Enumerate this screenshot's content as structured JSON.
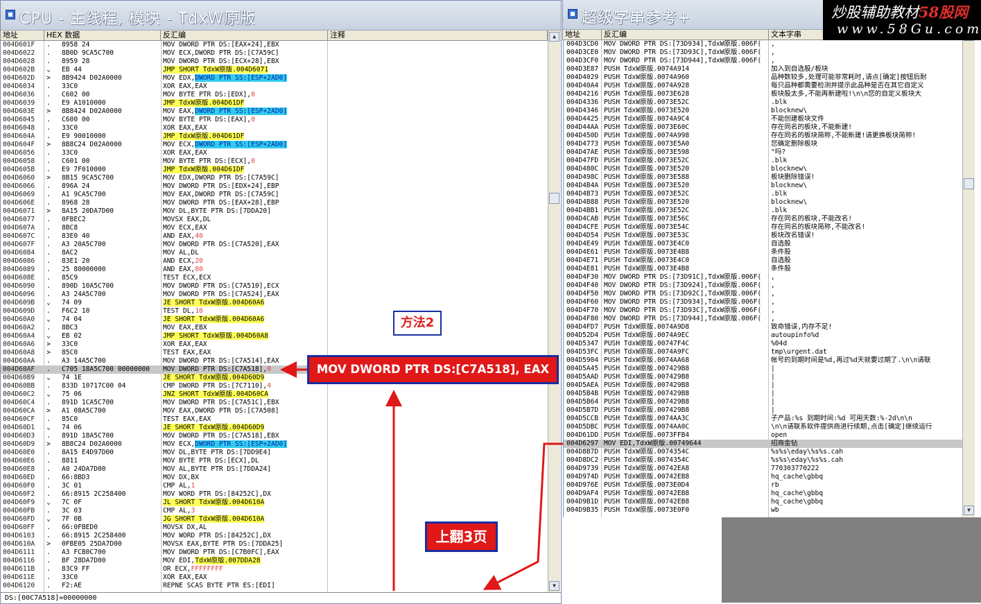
{
  "cpu": {
    "title": "CPU - 主线程, 模块 - TdxW原版",
    "headers": {
      "addr": "地址",
      "hex": "HEX 数据",
      "disasm": "反汇编",
      "comment": "注释"
    },
    "rows": [
      {
        "a": "004D601F",
        "m": ".",
        "h": "8958 24",
        "d": [
          {
            "t": "MOV DWORD PTR DS:[EAX+24],EBX"
          }
        ]
      },
      {
        "a": "004D6022",
        "m": ".",
        "h": "8B0D 9CA5C700",
        "d": [
          {
            "t": "MOV ECX,DWORD PTR DS:[C7A59C]"
          }
        ]
      },
      {
        "a": "004D6028",
        "m": ".",
        "h": "8959 28",
        "d": [
          {
            "t": "MOV DWORD PTR DS:[ECX+28],EBX"
          }
        ]
      },
      {
        "a": "004D602B",
        "m": "v",
        "h": "EB 44",
        "d": [
          {
            "t": "JMP SHORT TdxW原版.004D6071",
            "c": "yel"
          }
        ]
      },
      {
        "a": "004D602D",
        "m": ">",
        "h": "8B9424 D02A0000",
        "d": [
          {
            "t": "MOV EDX,"
          },
          {
            "t": "DWORD PTR SS:[ESP+2AD0]",
            "c": "cya"
          }
        ]
      },
      {
        "a": "004D6034",
        "m": ".",
        "h": "33C0",
        "d": [
          {
            "t": "XOR EAX,EAX"
          }
        ]
      },
      {
        "a": "004D6036",
        "m": ".",
        "h": "C602 00",
        "d": [
          {
            "t": "MOV BYTE PTR DS:[EDX],"
          },
          {
            "t": "0",
            "c": "num"
          }
        ]
      },
      {
        "a": "004D6039",
        "m": ".",
        "h": "E9 A1010000",
        "d": [
          {
            "t": "JMP TdxW原版.004D61DF",
            "c": "yel"
          }
        ]
      },
      {
        "a": "004D603E",
        "m": ">",
        "h": "8B8424 D02A0000",
        "d": [
          {
            "t": "MOV EAX,"
          },
          {
            "t": "DWORD PTR SS:[ESP+2AD0]",
            "c": "cya"
          }
        ]
      },
      {
        "a": "004D6045",
        "m": ".",
        "h": "C600 00",
        "d": [
          {
            "t": "MOV BYTE PTR DS:[EAX],"
          },
          {
            "t": "0",
            "c": "num"
          }
        ]
      },
      {
        "a": "004D6048",
        "m": ".",
        "h": "33C0",
        "d": [
          {
            "t": "XOR EAX,EAX"
          }
        ]
      },
      {
        "a": "004D604A",
        "m": ".",
        "h": "E9 90010000",
        "d": [
          {
            "t": "JMP TdxW原版.004D61DF",
            "c": "yel"
          }
        ]
      },
      {
        "a": "004D604F",
        "m": ">",
        "h": "8B8C24 D02A0000",
        "d": [
          {
            "t": "MOV ECX,"
          },
          {
            "t": "DWORD PTR SS:[ESP+2AD0]",
            "c": "cya"
          }
        ]
      },
      {
        "a": "004D6056",
        "m": ".",
        "h": "33C0",
        "d": [
          {
            "t": "XOR EAX,EAX"
          }
        ]
      },
      {
        "a": "004D6058",
        "m": ".",
        "h": "C601 00",
        "d": [
          {
            "t": "MOV BYTE PTR DS:[ECX],"
          },
          {
            "t": "0",
            "c": "num"
          }
        ]
      },
      {
        "a": "004D605B",
        "m": ".",
        "h": "E9 7F010000",
        "d": [
          {
            "t": "JMP TdxW原版.004D61DF",
            "c": "yel"
          }
        ]
      },
      {
        "a": "004D6060",
        "m": ">",
        "h": "8B15 9CA5C700",
        "d": [
          {
            "t": "MOV EDX,DWORD PTR DS:[C7A59C]"
          }
        ]
      },
      {
        "a": "004D6066",
        "m": ".",
        "h": "896A 24",
        "d": [
          {
            "t": "MOV DWORD PTR DS:[EDX+24],EBP"
          }
        ]
      },
      {
        "a": "004D6069",
        "m": ".",
        "h": "A1 9CA5C700",
        "d": [
          {
            "t": "MOV EAX,DWORD PTR DS:[C7A59C]"
          }
        ]
      },
      {
        "a": "004D606E",
        "m": ".",
        "h": "8968 28",
        "d": [
          {
            "t": "MOV DWORD PTR DS:[EAX+28],EBP"
          }
        ]
      },
      {
        "a": "004D6071",
        "m": ">",
        "h": "8A15 20DA7D00",
        "d": [
          {
            "t": "MOV DL,BYTE PTR DS:[7DDA20]"
          }
        ]
      },
      {
        "a": "004D6077",
        "m": ".",
        "h": "0FBEC2",
        "d": [
          {
            "t": "MOVSX EAX,DL"
          }
        ]
      },
      {
        "a": "004D607A",
        "m": ".",
        "h": "8BC8",
        "d": [
          {
            "t": "MOV ECX,EAX"
          }
        ]
      },
      {
        "a": "004D607C",
        "m": ".",
        "h": "83E0 40",
        "d": [
          {
            "t": "AND EAX,"
          },
          {
            "t": "40",
            "c": "num"
          }
        ]
      },
      {
        "a": "004D607F",
        "m": ".",
        "h": "A3 20A5C700",
        "d": [
          {
            "t": "MOV DWORD PTR DS:[C7A520],EAX"
          }
        ]
      },
      {
        "a": "004D6084",
        "m": ".",
        "h": "8AC2",
        "d": [
          {
            "t": "MOV AL,DL"
          }
        ]
      },
      {
        "a": "004D6086",
        "m": ".",
        "h": "83E1 20",
        "d": [
          {
            "t": "AND ECX,"
          },
          {
            "t": "20",
            "c": "num"
          }
        ]
      },
      {
        "a": "004D6089",
        "m": ".",
        "h": "25 80000000",
        "d": [
          {
            "t": "AND EAX,"
          },
          {
            "t": "80",
            "c": "num"
          }
        ]
      },
      {
        "a": "004D608E",
        "m": ".",
        "h": "85C9",
        "d": [
          {
            "t": "TEST ECX,ECX"
          }
        ]
      },
      {
        "a": "004D6090",
        "m": ".",
        "h": "890D 10A5C700",
        "d": [
          {
            "t": "MOV DWORD PTR DS:[C7A510],ECX"
          }
        ]
      },
      {
        "a": "004D6096",
        "m": ".",
        "h": "A3 24A5C700",
        "d": [
          {
            "t": "MOV DWORD PTR DS:[C7A524],EAX"
          }
        ]
      },
      {
        "a": "004D609B",
        "m": "v",
        "h": "74 09",
        "d": [
          {
            "t": "JE SHORT TdxW原版.004D60A6",
            "c": "yel"
          }
        ]
      },
      {
        "a": "004D609D",
        "m": ".",
        "h": "F6C2 10",
        "d": [
          {
            "t": "TEST DL,"
          },
          {
            "t": "10",
            "c": "num"
          }
        ]
      },
      {
        "a": "004D60A0",
        "m": "v",
        "h": "74 04",
        "d": [
          {
            "t": "JE SHORT TdxW原版.004D60A6",
            "c": "yel"
          }
        ]
      },
      {
        "a": "004D60A2",
        "m": ".",
        "h": "8BC3",
        "d": [
          {
            "t": "MOV EAX,EBX"
          }
        ]
      },
      {
        "a": "004D60A4",
        "m": "v",
        "h": "EB 02",
        "d": [
          {
            "t": "JMP SHORT TdxW原版.004D60A8",
            "c": "yel"
          }
        ]
      },
      {
        "a": "004D60A6",
        "m": ">",
        "h": "33C0",
        "d": [
          {
            "t": "XOR EAX,EAX"
          }
        ]
      },
      {
        "a": "004D60A8",
        "m": ">",
        "h": "85C0",
        "d": [
          {
            "t": "TEST EAX,EAX"
          }
        ]
      },
      {
        "a": "004D60AA",
        "m": ".",
        "h": "A3 14A5C700",
        "d": [
          {
            "t": "MOV DWORD PTR DS:[C7A514],EAX"
          }
        ]
      },
      {
        "a": "004D60AF",
        "m": ".",
        "h": "C705 18A5C700 00000000",
        "d": [
          {
            "t": "MOV DWORD PTR DS:[C7A518],"
          },
          {
            "t": "0",
            "c": "num"
          }
        ],
        "sel": true
      },
      {
        "a": "004D60B9",
        "m": "v",
        "h": "74 1E",
        "d": [
          {
            "t": "JE SHORT TdxW原版.004D60D9",
            "c": "yel"
          }
        ]
      },
      {
        "a": "004D60BB",
        "m": ".",
        "h": "833D 10717C00 04",
        "d": [
          {
            "t": "CMP DWORD PTR DS:[7C7110],"
          },
          {
            "t": "4",
            "c": "num"
          }
        ]
      },
      {
        "a": "004D60C2",
        "m": "v",
        "h": "75 06",
        "d": [
          {
            "t": "JNZ SHORT TdxW原版.004D60CA",
            "c": "yel"
          }
        ]
      },
      {
        "a": "004D60C4",
        "m": ".",
        "h": "891D 1CA5C700",
        "d": [
          {
            "t": "MOV DWORD PTR DS:[C7A51C],EBX"
          }
        ]
      },
      {
        "a": "004D60CA",
        "m": ">",
        "h": "A1 08A5C700",
        "d": [
          {
            "t": "MOV EAX,DWORD PTR DS:[C7A508]"
          }
        ]
      },
      {
        "a": "004D60CF",
        "m": ".",
        "h": "85C0",
        "d": [
          {
            "t": "TEST EAX,EAX"
          }
        ]
      },
      {
        "a": "004D60D1",
        "m": "v",
        "h": "74 06",
        "d": [
          {
            "t": "JE SHORT TdxW原版.004D60D9",
            "c": "yel"
          }
        ]
      },
      {
        "a": "004D60D3",
        "m": ".",
        "h": "891D 18A5C700",
        "d": [
          {
            "t": "MOV DWORD PTR DS:[C7A518],EBX"
          }
        ]
      },
      {
        "a": "004D60D9",
        "m": ">",
        "h": "8B8C24 D02A0000",
        "d": [
          {
            "t": "MOV ECX,"
          },
          {
            "t": "DWORD PTR SS:[ESP+2AD0]",
            "c": "cya"
          }
        ]
      },
      {
        "a": "004D60E0",
        "m": ".",
        "h": "8A15 E4D97D00",
        "d": [
          {
            "t": "MOV DL,BYTE PTR DS:[7DD9E4]"
          }
        ]
      },
      {
        "a": "004D60E6",
        "m": ".",
        "h": "8811",
        "d": [
          {
            "t": "MOV BYTE PTR DS:[ECX],DL"
          }
        ]
      },
      {
        "a": "004D60E8",
        "m": ".",
        "h": "A0 24DA7D00",
        "d": [
          {
            "t": "MOV AL,BYTE PTR DS:[7DDA24]"
          }
        ]
      },
      {
        "a": "004D60ED",
        "m": ".",
        "h": "66:8BD3",
        "d": [
          {
            "t": "MOV DX,BX"
          }
        ]
      },
      {
        "a": "004D60F0",
        "m": ".",
        "h": "3C 01",
        "d": [
          {
            "t": "CMP AL,"
          },
          {
            "t": "1",
            "c": "num"
          }
        ]
      },
      {
        "a": "004D60F2",
        "m": ".",
        "h": "66:8915 2C258400",
        "d": [
          {
            "t": "MOV WORD PTR DS:[84252C],DX"
          }
        ]
      },
      {
        "a": "004D60F9",
        "m": "v",
        "h": "7C 0F",
        "d": [
          {
            "t": "JL SHORT TdxW原版.004D610A",
            "c": "yel"
          }
        ]
      },
      {
        "a": "004D60FB",
        "m": ".",
        "h": "3C 03",
        "d": [
          {
            "t": "CMP AL,"
          },
          {
            "t": "3",
            "c": "num"
          }
        ]
      },
      {
        "a": "004D60FD",
        "m": "v",
        "h": "7F 0B",
        "d": [
          {
            "t": "JG SHORT TdxW原版.004D610A",
            "c": "yel"
          }
        ]
      },
      {
        "a": "004D60FF",
        "m": ".",
        "h": "66:0FBED0",
        "d": [
          {
            "t": "MOVSX DX,AL"
          }
        ]
      },
      {
        "a": "004D6103",
        "m": ".",
        "h": "66:8915 2C258400",
        "d": [
          {
            "t": "MOV WORD PTR DS:[84252C],DX"
          }
        ]
      },
      {
        "a": "004D610A",
        "m": ">",
        "h": "0FBE05 25DA7D00",
        "d": [
          {
            "t": "MOVSX EAX,BYTE PTR DS:[7DDA25]"
          }
        ]
      },
      {
        "a": "004D6111",
        "m": ".",
        "h": "A3 FCB0C700",
        "d": [
          {
            "t": "MOV DWORD PTR DS:[C7B0FC],EAX"
          }
        ]
      },
      {
        "a": "004D6116",
        "m": ".",
        "h": "BF 28DA7D00",
        "d": [
          {
            "t": "MOV EDI,"
          },
          {
            "t": "TdxW原版.007DDA28",
            "c": "yel"
          }
        ]
      },
      {
        "a": "004D611B",
        "m": ".",
        "h": "83C9 FF",
        "d": [
          {
            "t": "OR ECX,"
          },
          {
            "t": "FFFFFFFF",
            "c": "num"
          }
        ]
      },
      {
        "a": "004D611E",
        "m": ".",
        "h": "33C0",
        "d": [
          {
            "t": "XOR EAX,EAX"
          }
        ]
      },
      {
        "a": "004D6120",
        "m": ".",
        "h": "F2:AE",
        "d": [
          {
            "t": "REPNE SCAS BYTE PTR ES:[EDI]"
          }
        ]
      }
    ],
    "status": "DS:[00C7A518]=00000000"
  },
  "strings": {
    "title": "超级字串参考+",
    "headers": {
      "addr": "地址",
      "disasm": "反汇编",
      "text": "文本字串"
    },
    "rows": [
      {
        "a": "004D3CD0",
        "d": "MOV DWORD PTR DS:[73D934],TdxW原版.006F(",
        "t": ","
      },
      {
        "a": "004D3CE0",
        "d": "MOV DWORD PTR DS:[73D93C],TdxW原版.006F(",
        "t": ","
      },
      {
        "a": "004D3CF0",
        "d": "MOV DWORD PTR DS:[73D944],TdxW原版.006F(",
        "t": ","
      },
      {
        "a": "004D3E87",
        "d": "PUSH TdxW原版.0074A914",
        "t": "加入到自选股/板块"
      },
      {
        "a": "004D4029",
        "d": "PUSH TdxW原版.0074A960",
        "t": "品种数较多,处理可能非常耗时,请点[确定]按钮后耐"
      },
      {
        "a": "004D40A4",
        "d": "PUSH TdxW原版.0074A928",
        "t": "每只品种都需要检测并提示此品种是否在其它自定义"
      },
      {
        "a": "004D4216",
        "d": "PUSH TdxW原版.0073E628",
        "t": "板块股太多,不能再新建啦!\\n\\n您的自定义板块大"
      },
      {
        "a": "004D4336",
        "d": "PUSH TdxW原版.0073E52C",
        "t": ".blk"
      },
      {
        "a": "004D4346",
        "d": "PUSH TdxW原版.0073E520",
        "t": "blocknew\\"
      },
      {
        "a": "004D4425",
        "d": "PUSH TdxW原版.0074A9C4",
        "t": "不能创建板块文件"
      },
      {
        "a": "004D44AA",
        "d": "PUSH TdxW原版.0073E60C",
        "t": "存在同名的板块,不能新建!"
      },
      {
        "a": "004D450D",
        "d": "PUSH TdxW原版.0074A998",
        "t": "存在同名的板块简称,不能新建!请更换板块简称!"
      },
      {
        "a": "004D4773",
        "d": "PUSH TdxW原版.0073E5A0",
        "t": "您确定删除板块"
      },
      {
        "a": "004D47AE",
        "d": "PUSH TdxW原版.0073E598",
        "t": "\"吗?"
      },
      {
        "a": "004D47FD",
        "d": "PUSH TdxW原版.0073E52C",
        "t": ".blk"
      },
      {
        "a": "004D480C",
        "d": "PUSH TdxW原版.0073E520",
        "t": "blocknew\\"
      },
      {
        "a": "004D498C",
        "d": "PUSH TdxW原版.0073E588",
        "t": "板块删除错误!"
      },
      {
        "a": "004D4B4A",
        "d": "PUSH TdxW原版.0073E520",
        "t": "blocknew\\"
      },
      {
        "a": "004D4B73",
        "d": "PUSH TdxW原版.0073E52C",
        "t": ".blk"
      },
      {
        "a": "004D4B88",
        "d": "PUSH TdxW原版.0073E520",
        "t": "blocknew\\"
      },
      {
        "a": "004D4BB1",
        "d": "PUSH TdxW原版.0073E52C",
        "t": ".blk"
      },
      {
        "a": "004D4CAB",
        "d": "PUSH TdxW原版.0073E56C",
        "t": "存在同名的板块,不能改名!"
      },
      {
        "a": "004D4CFE",
        "d": "PUSH TdxW原版.0073E54C",
        "t": "存在同名的板块简称,不能改名!"
      },
      {
        "a": "004D4D54",
        "d": "PUSH TdxW原版.0073E53C",
        "t": "板块改名错误!"
      },
      {
        "a": "004D4E49",
        "d": "PUSH TdxW原版.0073E4C0",
        "t": "自选股"
      },
      {
        "a": "004D4E61",
        "d": "PUSH TdxW原版.0073E4B8",
        "t": "条件股"
      },
      {
        "a": "004D4E71",
        "d": "PUSH TdxW原版.0073E4C0",
        "t": "自选股"
      },
      {
        "a": "004D4E81",
        "d": "PUSH TdxW原版.0073E4B8",
        "t": "条件股"
      },
      {
        "a": "004D4F30",
        "d": "MOV DWORD PTR DS:[73D91C],TdxW原版.006F(",
        "t": ","
      },
      {
        "a": "004D4F40",
        "d": "MOV DWORD PTR DS:[73D924],TdxW原版.006F(",
        "t": ","
      },
      {
        "a": "004D4F50",
        "d": "MOV DWORD PTR DS:[73D92C],TdxW原版.006F(",
        "t": ","
      },
      {
        "a": "004D4F60",
        "d": "MOV DWORD PTR DS:[73D934],TdxW原版.006F(",
        "t": ","
      },
      {
        "a": "004D4F70",
        "d": "MOV DWORD PTR DS:[73D93C],TdxW原版.006F(",
        "t": ","
      },
      {
        "a": "004D4F80",
        "d": "MOV DWORD PTR DS:[73D944],TdxW原版.006F(",
        "t": ","
      },
      {
        "a": "004D4FD7",
        "d": "PUSH TdxW原版.0074A9D8",
        "t": "致命错误,内存不足!"
      },
      {
        "a": "004D52D4",
        "d": "PUSH TdxW原版.0074A9EC",
        "t": "autoupinfo%d"
      },
      {
        "a": "004D5347",
        "d": "PUSH TdxW原版.00747F4C",
        "t": "%04d"
      },
      {
        "a": "004D53FC",
        "d": "PUSH TdxW原版.0074A9FC",
        "t": "tmp\\urgent.dat"
      },
      {
        "a": "004D5904",
        "d": "PUSH TdxW原版.0074AA68",
        "t": "帐号的到期时间是%d,再过%d天就要过期了.\\n\\n请联"
      },
      {
        "a": "004D5A45",
        "d": "PUSH TdxW原版.007429B8",
        "t": "|"
      },
      {
        "a": "004D5AAD",
        "d": "PUSH TdxW原版.007429B8",
        "t": "|"
      },
      {
        "a": "004D5AEA",
        "d": "PUSH TdxW原版.007429B8",
        "t": "|"
      },
      {
        "a": "004D5B4B",
        "d": "PUSH TdxW原版.007429B8",
        "t": "|"
      },
      {
        "a": "004D5B64",
        "d": "PUSH TdxW原版.007429B8",
        "t": "|"
      },
      {
        "a": "004D5B7D",
        "d": "PUSH TdxW原版.007429B8",
        "t": "|"
      },
      {
        "a": "004D5CCB",
        "d": "PUSH TdxW原版.0074AA3C",
        "t": "子产品:%s 到期时间:%d 可用天数:%-2d\\n\\n"
      },
      {
        "a": "004D5DBC",
        "d": "PUSH TdxW原版.0074AA0C",
        "t": "\\n\\n请联系软件提供商进行续期,点击[确定]继续运行"
      },
      {
        "a": "004D61DD",
        "d": "PUSH TdxW原版.0073FFB4",
        "t": "open"
      },
      {
        "a": "004D6297",
        "d": "MOV EDI,TdxW原版.00749644",
        "t": "招商金钻",
        "sel": true
      },
      {
        "a": "004D8B7D",
        "d": "PUSH TdxW原版.0074354C",
        "t": "%s%s\\eday\\%s%s.cah"
      },
      {
        "a": "004D8DC2",
        "d": "PUSH TdxW原版.0074354C",
        "t": "%s%s\\eday\\%s%s.cah"
      },
      {
        "a": "004D9739",
        "d": "PUSH TdxW原版.00742EA8",
        "t": "770303770222"
      },
      {
        "a": "004D974D",
        "d": "PUSH TdxW原版.00742EB8",
        "t": "hq_cache\\gbbq"
      },
      {
        "a": "004D976E",
        "d": "PUSH TdxW原版.0073E0D4",
        "t": "rb"
      },
      {
        "a": "004D9AF4",
        "d": "PUSH TdxW原版.00742EB8",
        "t": "hq_cache\\gbbq"
      },
      {
        "a": "004D9B1D",
        "d": "PUSH TdxW原版.00742EB8",
        "t": "hq_cache\\gbbq"
      },
      {
        "a": "004D9B35",
        "d": "PUSH TdxW原版.0073E0F0",
        "t": "wb"
      }
    ]
  },
  "watermark": {
    "line1_a": "炒股辅助教材",
    "line1_b": "58股网",
    "line2": "www.58Gu.com"
  },
  "annotations": {
    "method": "方法2",
    "mov_box": "MOV DWORD PTR DS:[C7A518], EAX",
    "page_up": "上翻3页"
  },
  "colors": {
    "highlight_yellow": "#ffff55",
    "highlight_cyan": "#33ccee",
    "annotation_red": "#e01818",
    "annotation_border": "#1a2ea0"
  }
}
